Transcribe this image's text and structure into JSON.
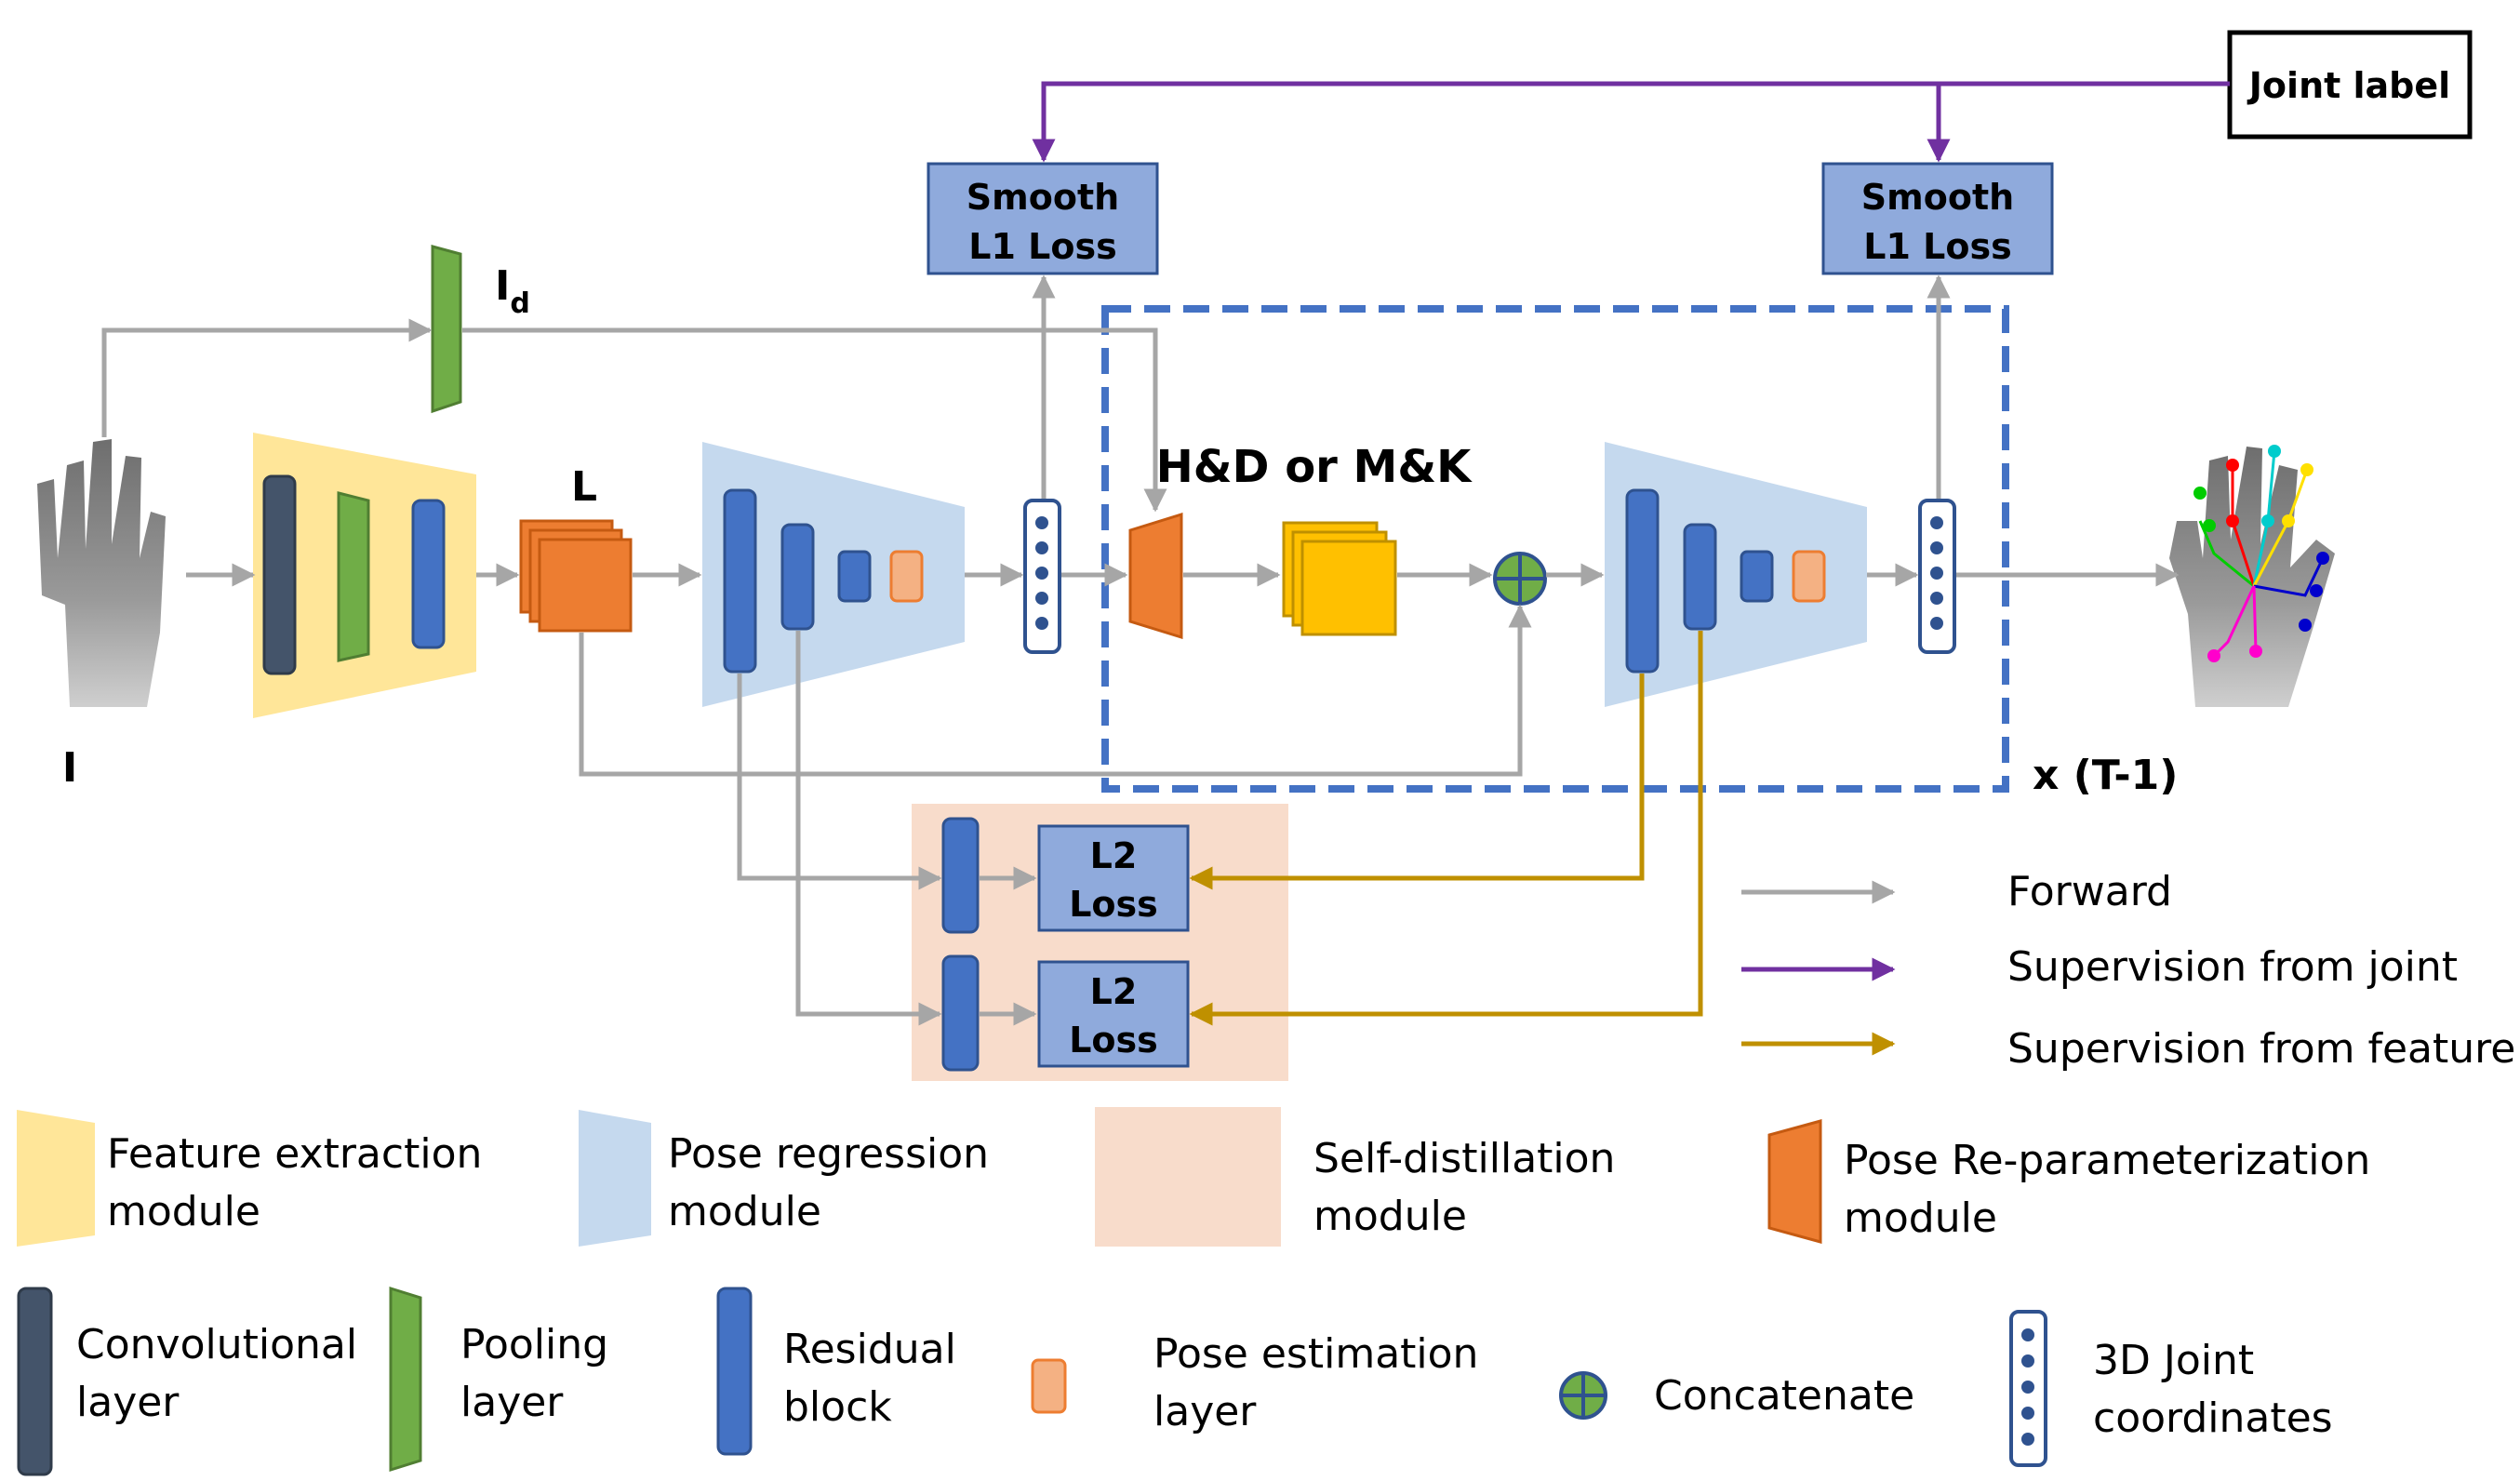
{
  "labels": {
    "input": "I",
    "depth_main": "I",
    "depth_sub": "d",
    "latent": "L",
    "hd_mk": "H&D or M&K",
    "repeat": "x (T-1)",
    "joint_label": "Joint label",
    "smooth_line1": "Smooth",
    "smooth_line2": "L1 Loss",
    "l2_line1": "L2",
    "l2_line2": "Loss"
  },
  "legend_arrows": {
    "forward": "Forward",
    "supervision_joint": "Supervision from joint",
    "supervision_feature": "Supervision from feature"
  },
  "legend": {
    "feature_extraction": [
      "Feature extraction",
      "module"
    ],
    "pose_regression": [
      "Pose regression",
      "module"
    ],
    "self_distillation": [
      "Self-distillation",
      "module"
    ],
    "pose_reparam": [
      "Pose Re-parameterization",
      "module"
    ],
    "conv": [
      "Convolutional",
      "layer"
    ],
    "pooling": [
      "Pooling",
      "layer"
    ],
    "residual": [
      "Residual",
      "block"
    ],
    "pose_est": [
      "Pose estimation",
      "layer"
    ],
    "concatenate": "Concatenate",
    "joint3d": [
      "3D Joint",
      "coordinates"
    ]
  },
  "colors": {
    "forward": "#a6a6a6",
    "joint": "#7030a0",
    "feature": "#bf9000",
    "dashed_box": "#4472c4",
    "feature_module": "#ffe699",
    "regression_module": "#c5d9ee",
    "distill_module": "#f8dccb",
    "conv": "#44546a",
    "pooling": "#70ad47",
    "residual": "#4472c4",
    "pose_est": "#f4b183",
    "reparam": "#ed7d31",
    "latent": "#ed7d31",
    "hd": "#ffc000",
    "loss_box": "#8faadc"
  }
}
